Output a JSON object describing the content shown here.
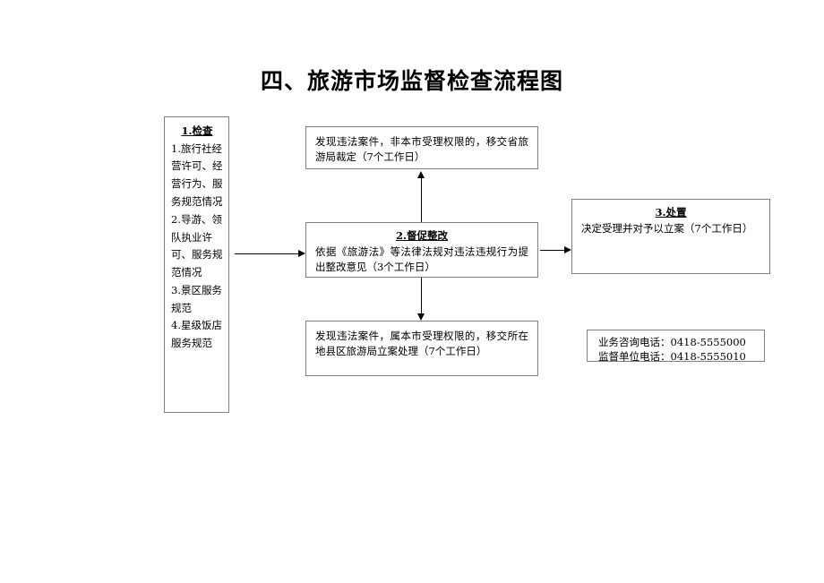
{
  "document": {
    "title": "四、旅游市场监督检查流程图"
  },
  "sidebar": {
    "heading": "1.检查",
    "items": [
      "1.旅行社经营许可、经营行为、服务规范情况",
      "2.导游、领队执业许可、服务规范情况",
      "3.景区服务规范",
      "4.星级饭店服务规范"
    ]
  },
  "nodes": {
    "top": {
      "heading": "",
      "body": "发现违法案件，非本市受理权限的，移交省旅游局裁定（7个工作日）"
    },
    "center": {
      "heading": "2.督促整改",
      "body": "依据《旅游法》等法律法规对违法违规行为提出整改意见（3个工作日）"
    },
    "right": {
      "heading": "3.处置",
      "body": "决定受理并对予以立案（7个工作日）"
    },
    "bottom": {
      "heading": "",
      "body": "发现违法案件，属本市受理权限的，移交所在地县区旅游局立案处理（7个工作日）"
    }
  },
  "contact": {
    "lines": [
      "业务咨询电话：0418-5555000",
      "监督单位电话：0418-5555010"
    ]
  },
  "colors": {
    "border": "#808080",
    "connector": "#000000",
    "text": "#000000",
    "background": "#ffffff"
  }
}
